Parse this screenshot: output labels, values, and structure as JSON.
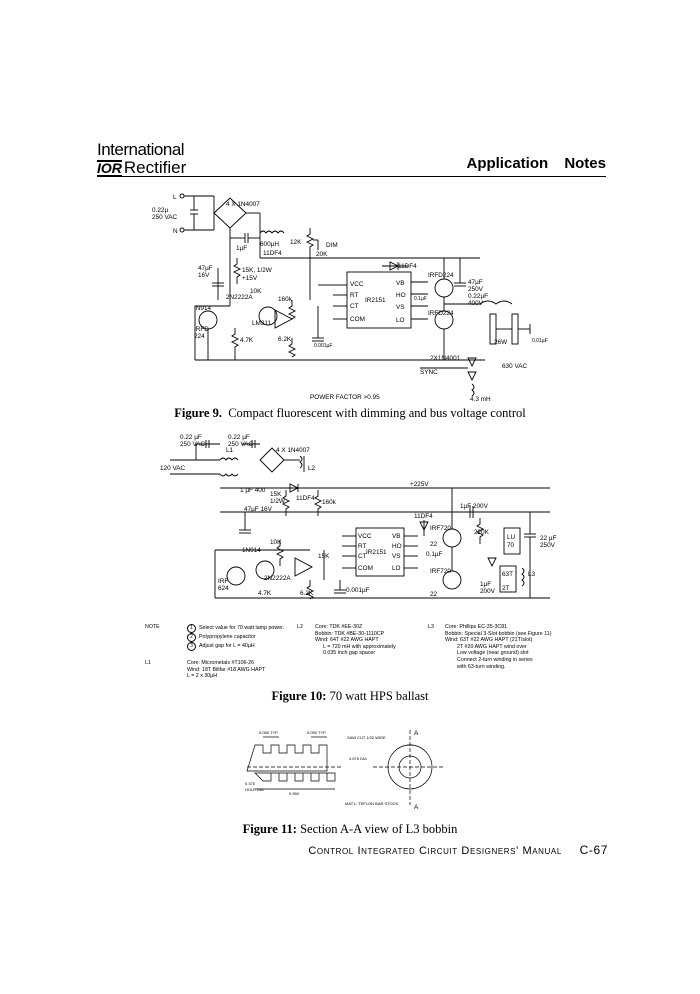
{
  "header": {
    "logo_line1": "International",
    "logo_badge": "IOR",
    "logo_line2": "Rectifier",
    "section_title": "Application Notes"
  },
  "fig9": {
    "caption_label": "Figure 9.",
    "caption_text": "Compact fluorescent with dimming and bus voltage control",
    "labels": {
      "L": "L",
      "N": "N",
      "bridge": "4 X 1N4007",
      "cap_in": "0.22µ",
      "cap_in_v": "250 VAC",
      "c1u": "1µF",
      "ind": "600µH",
      "diode": "11DF4",
      "pot": "12K",
      "dim": "DIM",
      "r20k": "20K",
      "c47": "47µF",
      "c47v": "16V",
      "r15k": "15K, 1/2W",
      "p15v": "+15V",
      "q": "2N2222A",
      "r10k": "10K",
      "r160k": "160k",
      "in914": "IN914",
      "irfd": "IRFD",
      "n224": "224",
      "lm": "LM311",
      "r47k": "4.7K",
      "r62k": "6.2K",
      "c001": "0.001µF",
      "ic": "IR2151",
      "diode2": "11DF4",
      "irfd224a": "IRFD224",
      "irfd224b": "IRFD224",
      "c01": "0.1µF",
      "c47o": "47µF",
      "c47ov": "250V",
      "c022": "0.22µF",
      "c022v": "400V",
      "w26": "26W",
      "c001o": "0.01µF",
      "v630": "630 VAC",
      "d2x": "2X1N4001",
      "sync": "SYNC",
      "l43": "4.3 mH",
      "pf": "POWER FACTOR >0.95",
      "vcc": "VCC",
      "rt": "RT",
      "ct": "CT",
      "com": "COM",
      "vb": "VB",
      "ho": "HO",
      "vs": "VS",
      "lo": "LO"
    }
  },
  "fig10": {
    "caption_label": "Figure 10:",
    "caption_text": "70 watt HPS ballast",
    "labels": {
      "c022a": "0.22 µF",
      "c022av": "250 VAC",
      "c022b": "0.22 µF",
      "c022bv": "250 VAC",
      "vin": "120 VAC",
      "l1": "L1",
      "bridge": "4 X 1N4007",
      "l2": "L2",
      "c1u": "1 µF 400",
      "p225": "+225V",
      "r15k": "15K",
      "r15kw": "1/2W",
      "d11": "11DF4",
      "r160k": "160k",
      "c47": "47µF 16V",
      "c1u200": "1µF 200V",
      "d11b": "11DF4",
      "irf720a": "IRF720",
      "r220k": "220K",
      "lu": "LU",
      "lu70": "70",
      "c22": "22 µF",
      "c22v": "250V",
      "r10k": "10K",
      "r15kb": "15K",
      "ic": "IR2151",
      "in914": "1N914",
      "q": "2N2222A",
      "irf": "IRF",
      "n624": "624",
      "r47k": "4.7K",
      "r62k": "6.2K",
      "c001": "0.001µF",
      "c01": "0.1µF",
      "r22a": "22",
      "irf720b": "IRF720",
      "r22b": "22",
      "c1ub": "1µF",
      "c1ubv": "200V",
      "t63": "63T",
      "t2": "2T",
      "l3": "L3",
      "vcc": "VCC",
      "rt": "RT",
      "ct": "CT",
      "com": "COM",
      "vb": "VB",
      "ho": "HO",
      "vs": "VS",
      "lo": "LO"
    },
    "notes": {
      "note_title": "NOTE",
      "note1": "Select value for 70 watt lamp power.",
      "note2": "Polypropylene capacitor",
      "note3": "Adjust gap for L = 40µH",
      "l1_label": "L1",
      "l1_line1": "Core: Micrometals #T106-26",
      "l1_line2": "Wind: 18T Bilifar #18 AWG HAPT",
      "l1_line3": "L = 2 x 30µH",
      "l2_label": "L2",
      "l2_line1": "Core: TDK #EE-30Z",
      "l2_line2": "Bobbin: TDK #BE-30-1110CP",
      "l2_line3": "Wind: 64T #22 AWG HAPT",
      "l2_line4": "L = 720 mH with approximately",
      "l2_line5": "0.035 inch gap spacer",
      "l3_label": "L3",
      "l3_line1": "Core: Phillips EC-35-3C81",
      "l3_line2": "Bobbin: Special 3-Slot bobbin (see Figure 11)",
      "l3_line3": "Wind: 63T #22 AWG HAPT (21T/slot)",
      "l3_line4": "2T #20 AWG HAPT wind over",
      "l3_line5": "Low voltage (near ground) slot",
      "l3_line6": "Connect 2-turn winding in series",
      "l3_line7": "with 63-turn winding."
    }
  },
  "fig11": {
    "caption_label": "Figure 11:",
    "caption_text": "Section A-A view of L3 bobbin",
    "labels": {
      "typ1": "0.085 TYP",
      "typ2": "0.090 TYP",
      "saw": "SAW CUT 1/32 WIDE",
      "a_top": "A",
      "a_bot": "A",
      "dia1": "0.675 DIA",
      "dia2": "0.375",
      "hole": "HOLE DIA",
      "len": "0.950",
      "matl": "MAT'L: TEFLON BAR STOCK"
    }
  },
  "footer": {
    "manual": "Control Integrated Circuit Designers' Manual",
    "page": "C-67"
  }
}
